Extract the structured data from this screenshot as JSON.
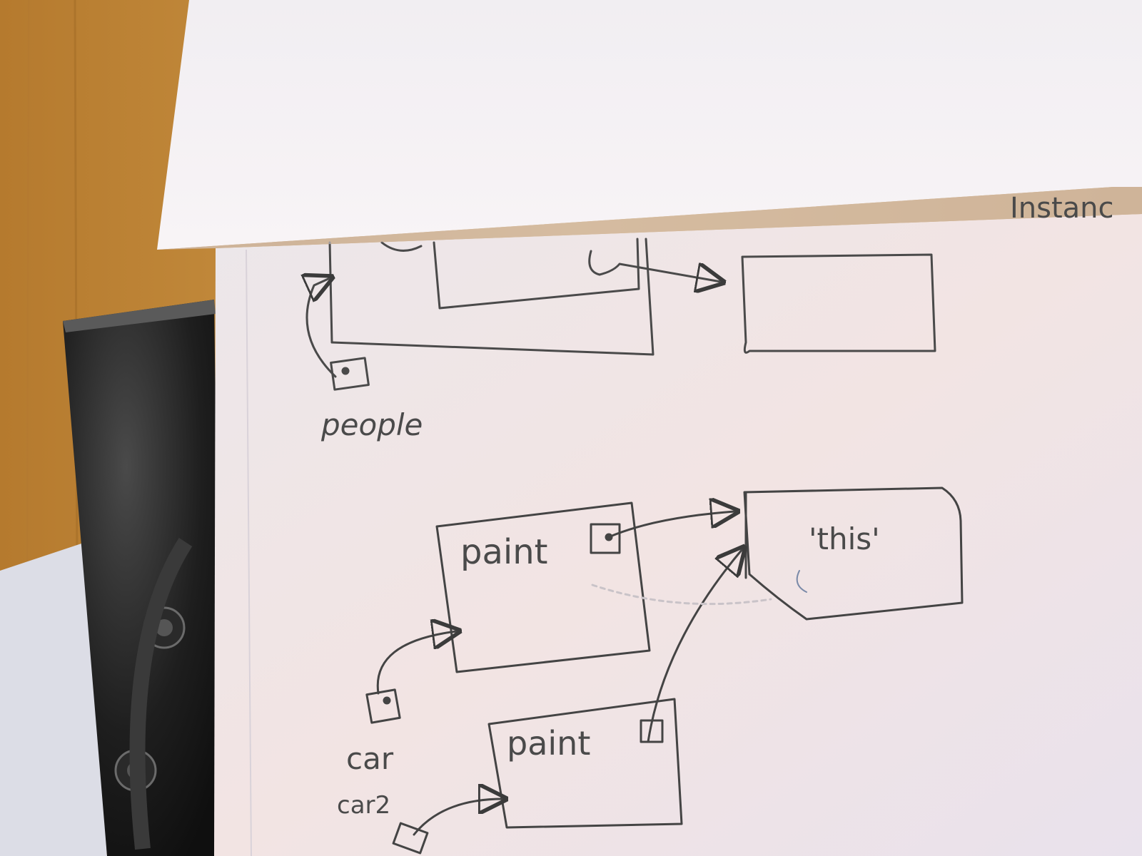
{
  "photo": {
    "labels": {
      "people": "people",
      "paint_1": "paint",
      "paint_2": "paint",
      "this": "'this'",
      "car": "car",
      "car2": "car2",
      "top_right_fragment": "Instanc"
    }
  }
}
